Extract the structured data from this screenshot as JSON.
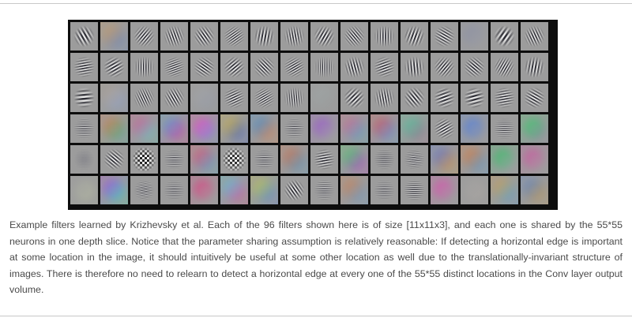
{
  "caption": "Example filters learned by Krizhevsky et al. Each of the 96 filters shown here is of size [11x11x3], and each one is shared by the 55*55 neurons in one depth slice. Notice that the parameter sharing assumption is relatively reasonable: If detecting a horizontal edge is important at some location in the image, it should intuitively be useful at some other location as well due to the translationally-invariant structure of images. There is therefore no need to relearn to detect a horizontal edge at every one of the 55*55 distinct locations in the Conv layer output volume.",
  "filters": [
    {
      "kind": "grating",
      "angle": -30,
      "freq": 0.22
    },
    {
      "kind": "blob",
      "c1": "#d9a15a",
      "c2": "#5f86c9"
    },
    {
      "kind": "grating",
      "angle": 40,
      "freq": 0.3
    },
    {
      "kind": "grating",
      "angle": -20,
      "freq": 0.3
    },
    {
      "kind": "grating",
      "angle": -35,
      "freq": 0.28
    },
    {
      "kind": "grating",
      "angle": 55,
      "freq": 0.35
    },
    {
      "kind": "grating",
      "angle": 10,
      "freq": 0.25
    },
    {
      "kind": "grating",
      "angle": -10,
      "freq": 0.3
    },
    {
      "kind": "grating",
      "angle": 30,
      "freq": 0.26
    },
    {
      "kind": "grating",
      "angle": -40,
      "freq": 0.32
    },
    {
      "kind": "grating",
      "angle": 0,
      "freq": 0.3
    },
    {
      "kind": "grating",
      "angle": 20,
      "freq": 0.25
    },
    {
      "kind": "grating",
      "angle": -60,
      "freq": 0.3
    },
    {
      "kind": "blob",
      "c1": "#8a8fa6",
      "c2": "#a0a0a0"
    },
    {
      "kind": "grating",
      "angle": 35,
      "freq": 0.2
    },
    {
      "kind": "grating",
      "angle": -25,
      "freq": 0.3
    },
    {
      "kind": "grating",
      "angle": 80,
      "freq": 0.3
    },
    {
      "kind": "grating",
      "angle": 60,
      "freq": 0.26
    },
    {
      "kind": "grating",
      "angle": 0,
      "freq": 0.32
    },
    {
      "kind": "grating",
      "angle": 70,
      "freq": 0.36
    },
    {
      "kind": "grating",
      "angle": -55,
      "freq": 0.3
    },
    {
      "kind": "grating",
      "angle": 50,
      "freq": 0.28
    },
    {
      "kind": "grating",
      "angle": -45,
      "freq": 0.3
    },
    {
      "kind": "grating",
      "angle": 60,
      "freq": 0.34
    },
    {
      "kind": "grating",
      "angle": 0,
      "freq": 0.36
    },
    {
      "kind": "grating",
      "angle": -15,
      "freq": 0.28
    },
    {
      "kind": "grating",
      "angle": 70,
      "freq": 0.3
    },
    {
      "kind": "grating",
      "angle": -5,
      "freq": 0.26
    },
    {
      "kind": "grating",
      "angle": 40,
      "freq": 0.3
    },
    {
      "kind": "grating",
      "angle": -50,
      "freq": 0.3
    },
    {
      "kind": "grating",
      "angle": 30,
      "freq": 0.32
    },
    {
      "kind": "grating",
      "angle": 10,
      "freq": 0.25
    },
    {
      "kind": "grating",
      "angle": 85,
      "freq": 0.2
    },
    {
      "kind": "blob",
      "c1": "#b5a38e",
      "c2": "#8aa0c8"
    },
    {
      "kind": "grating",
      "angle": -25,
      "freq": 0.34
    },
    {
      "kind": "grating",
      "angle": -30,
      "freq": 0.3
    },
    {
      "kind": "blob",
      "c1": "#a5a5a5",
      "c2": "#959aa5"
    },
    {
      "kind": "grating",
      "angle": 65,
      "freq": 0.32
    },
    {
      "kind": "grating",
      "angle": 60,
      "freq": 0.36
    },
    {
      "kind": "grating",
      "angle": -5,
      "freq": 0.34
    },
    {
      "kind": "blob",
      "c1": "#a0a8a8",
      "c2": "#999"
    },
    {
      "kind": "grating",
      "angle": 45,
      "freq": 0.25
    },
    {
      "kind": "grating",
      "angle": -10,
      "freq": 0.3
    },
    {
      "kind": "grating",
      "angle": -40,
      "freq": 0.26
    },
    {
      "kind": "grating",
      "angle": 70,
      "freq": 0.24
    },
    {
      "kind": "grating",
      "angle": 75,
      "freq": 0.22
    },
    {
      "kind": "grating",
      "angle": 80,
      "freq": 0.3
    },
    {
      "kind": "grating",
      "angle": -60,
      "freq": 0.28
    },
    {
      "kind": "grating",
      "angle": 90,
      "freq": 0.45
    },
    {
      "kind": "blob",
      "c1": "#e07a4a",
      "c2": "#45b39a"
    },
    {
      "kind": "blob",
      "c1": "#e14b8f",
      "c2": "#5bd6c4"
    },
    {
      "kind": "blob",
      "c1": "#4fa5d8",
      "c2": "#d84a9a"
    },
    {
      "kind": "blob",
      "c1": "#f04fb7",
      "c2": "#7a90d8"
    },
    {
      "kind": "blob",
      "c1": "#e6c23a",
      "c2": "#3e5fd0"
    },
    {
      "kind": "blob",
      "c1": "#2f8fe0",
      "c2": "#f08a4a"
    },
    {
      "kind": "grating",
      "angle": 90,
      "freq": 0.45
    },
    {
      "kind": "blob",
      "c1": "#9a4fd0",
      "c2": "#9fa6a0"
    },
    {
      "kind": "blob",
      "c1": "#e0628a",
      "c2": "#4fb0c8"
    },
    {
      "kind": "blob",
      "c1": "#e05050",
      "c2": "#5aa0e0"
    },
    {
      "kind": "blob",
      "c1": "#4fd0a0",
      "c2": "#a07090"
    },
    {
      "kind": "grating",
      "angle": 60,
      "freq": 0.3
    },
    {
      "kind": "blob",
      "c1": "#4f7fe0",
      "c2": "#9a9aa0"
    },
    {
      "kind": "grating",
      "angle": 90,
      "freq": 0.42
    },
    {
      "kind": "blob",
      "c1": "#3fd06a",
      "c2": "#8a8aa0"
    },
    {
      "kind": "grating",
      "angle": 90,
      "freq": 0.5
    },
    {
      "kind": "grating",
      "angle": -50,
      "freq": 0.28
    },
    {
      "kind": "checker",
      "c1": "#f0f0f0",
      "c2": "#202020"
    },
    {
      "kind": "grating",
      "angle": 90,
      "freq": 0.45
    },
    {
      "kind": "blob",
      "c1": "#f04a6a",
      "c2": "#50b0d0"
    },
    {
      "kind": "checker",
      "c1": "#eeeeee",
      "c2": "#303030"
    },
    {
      "kind": "grating",
      "angle": 90,
      "freq": 0.45
    },
    {
      "kind": "blob",
      "c1": "#e07040",
      "c2": "#50a0d0"
    },
    {
      "kind": "grating",
      "angle": 80,
      "freq": 0.3
    },
    {
      "kind": "blob",
      "c1": "#40e060",
      "c2": "#c040d0"
    },
    {
      "kind": "grating",
      "angle": 90,
      "freq": 0.4
    },
    {
      "kind": "grating",
      "angle": 85,
      "freq": 0.45
    },
    {
      "kind": "blob",
      "c1": "#4f70e0",
      "c2": "#e0a040"
    },
    {
      "kind": "blob",
      "c1": "#f07a2a",
      "c2": "#4fa0e0"
    },
    {
      "kind": "blob",
      "c1": "#30c060",
      "c2": "#a0a0a8"
    },
    {
      "kind": "blob",
      "c1": "#d050a0",
      "c2": "#9fa0a0"
    },
    {
      "kind": "blob",
      "c1": "#a0a0a0",
      "c2": "#b0b5a0"
    },
    {
      "kind": "blob",
      "c1": "#b040e0",
      "c2": "#40e0b0"
    },
    {
      "kind": "grating",
      "angle": 80,
      "freq": 0.5
    },
    {
      "kind": "grating",
      "angle": 90,
      "freq": 0.45
    },
    {
      "kind": "blob",
      "c1": "#e03a80",
      "c2": "#9fa0a0"
    },
    {
      "kind": "blob",
      "c1": "#4fd0e0",
      "c2": "#e05090"
    },
    {
      "kind": "blob",
      "c1": "#d0d040",
      "c2": "#5080e0"
    },
    {
      "kind": "grating",
      "angle": -35,
      "freq": 0.28
    },
    {
      "kind": "grating",
      "angle": 90,
      "freq": 0.42
    },
    {
      "kind": "blob",
      "c1": "#e08040",
      "c2": "#5fa0d8"
    },
    {
      "kind": "grating",
      "angle": 90,
      "freq": 0.45
    },
    {
      "kind": "grating",
      "angle": 90,
      "freq": 0.4
    },
    {
      "kind": "blob",
      "c1": "#e04ab0",
      "c2": "#9aa0a0"
    },
    {
      "kind": "blob",
      "c1": "#a0a0a0",
      "c2": "#a8a4a0"
    },
    {
      "kind": "blob",
      "c1": "#e0a040",
      "c2": "#4fa0e0"
    },
    {
      "kind": "blob",
      "c1": "#5080d0",
      "c2": "#d0a050"
    }
  ]
}
